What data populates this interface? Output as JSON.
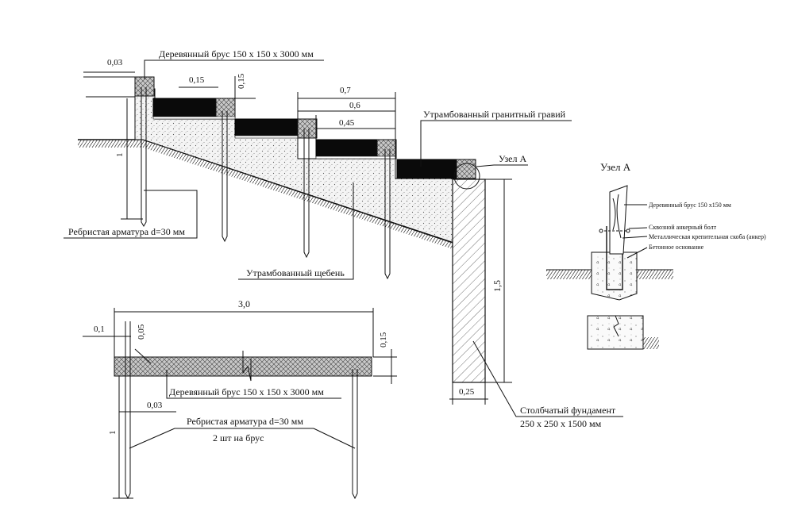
{
  "labels": {
    "beam_top": "Деревянный брус 150 х 150 х 3000 мм",
    "gravel": "Утрамбованный гранитный гравий",
    "rebar_top": "Ребристая арматура d=30 мм",
    "crushed_stone": "Утрамбованный щебень",
    "node_a_callout": "Узел А",
    "column_foundation_1": "Столбчатый фундамент",
    "column_foundation_2": "250 х 250 х 1500 мм",
    "beam_bottom": "Деревянный брус 150 х 150 х 3000 мм",
    "rebar_bottom": "Ребристая арматура d=30 мм",
    "rebar_count": "2 шт на брус"
  },
  "dims": {
    "d003_top": "0,03",
    "d015_a": "0,15",
    "d015_b": "0,15",
    "d07": "0,7",
    "d06": "0,6",
    "d045": "0,45",
    "d1_top": "1",
    "d15": "1,5",
    "d025": "0,25",
    "d30": "3,0",
    "d01": "0,1",
    "d005": "0,05",
    "d015_c": "0,15",
    "d003_bottom": "0,03",
    "d1_bottom": "1"
  },
  "node_a": {
    "title": "Узел А",
    "beam": "Деревянный брус 150 х150 мм",
    "bolt": "Сквозной анкерный болт",
    "bracket": "Металлическая крепительная скоба (анкер)",
    "base": "Бетонное основание"
  }
}
